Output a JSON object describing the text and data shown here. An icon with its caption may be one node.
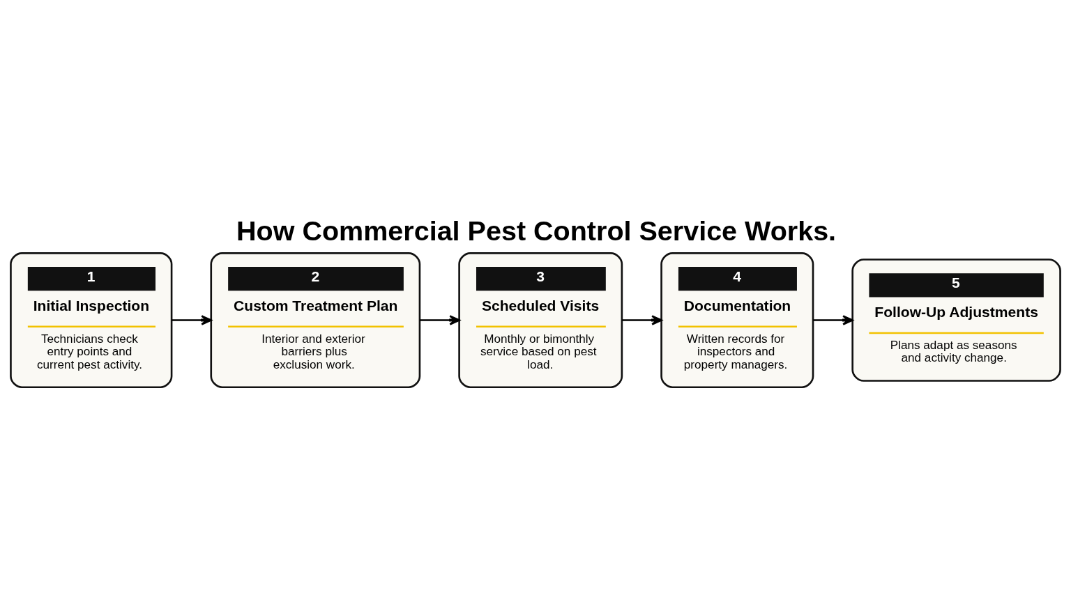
{
  "diagram": {
    "title": "How Commercial Pest Control Service Works.",
    "nodes": [
      {
        "text": [
          "1",
          "Initial Inspection",
          "Technicians check entry points and current pest activity."
        ]
      },
      {
        "text": [
          "2",
          "Custom Treatment Plan",
          "Interior and exterior barriers plus exclusion work."
        ]
      },
      {
        "text": [
          "3",
          "Scheduled Visits",
          "Monthly or bimonthly service based on pest load."
        ]
      },
      {
        "text": [
          "4",
          "Documentation",
          "Written records for inspectors and property managers."
        ]
      },
      {
        "text": [
          "5",
          "Follow-Up Adjustments",
          "Plans adapt as seasons and activity change."
        ]
      }
    ],
    "edges": [
      {
        "from": 0,
        "to": 1,
        "arrow": "to"
      },
      {
        "from": 1,
        "to": 2,
        "arrow": "to"
      },
      {
        "from": 2,
        "to": 3,
        "arrow": "to"
      },
      {
        "from": 3,
        "to": 4,
        "arrow": "to"
      }
    ]
  }
}
